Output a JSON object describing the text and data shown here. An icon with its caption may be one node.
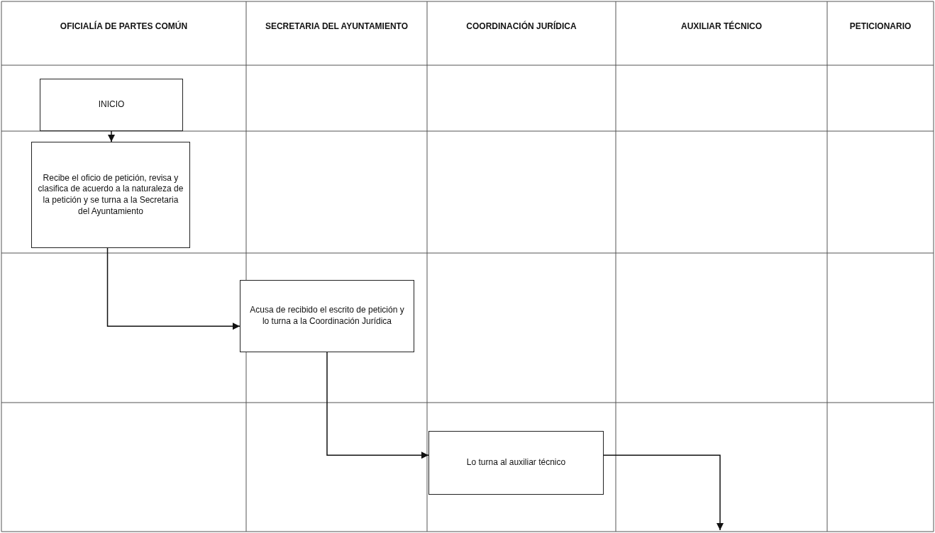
{
  "diagram": {
    "nodes": [
      {
        "text": [
          "INICIO"
        ]
      },
      {
        "text": [
          "Recibe el oficio de petición, revisa y clasifica de acuerdo a la naturaleza de la petición y se turna a la Secretaria del Ayuntamiento"
        ]
      },
      {
        "text": [
          "Acusa de recibido el escrito de petición y lo turna a la Coordinación Jurídica"
        ]
      },
      {
        "text": [
          "Lo turna al auxiliar técnico"
        ]
      }
    ],
    "edges": [
      {
        "from": 0,
        "to": 1,
        "arrow": "to"
      },
      {
        "from": 1,
        "to": 2,
        "arrow": "to"
      },
      {
        "from": 2,
        "to": 3,
        "arrow": "to"
      },
      {
        "from": 3,
        "to": null,
        "arrow": "to"
      }
    ],
    "labels": [
      "OFICIALÍA DE PARTES COMÚN",
      "SECRETARIA DEL AYUNTAMIENTO",
      "COORDINACIÓN JURÍDICA",
      "AUXILIAR TÉCNICO",
      "PETICIONARIO"
    ]
  }
}
